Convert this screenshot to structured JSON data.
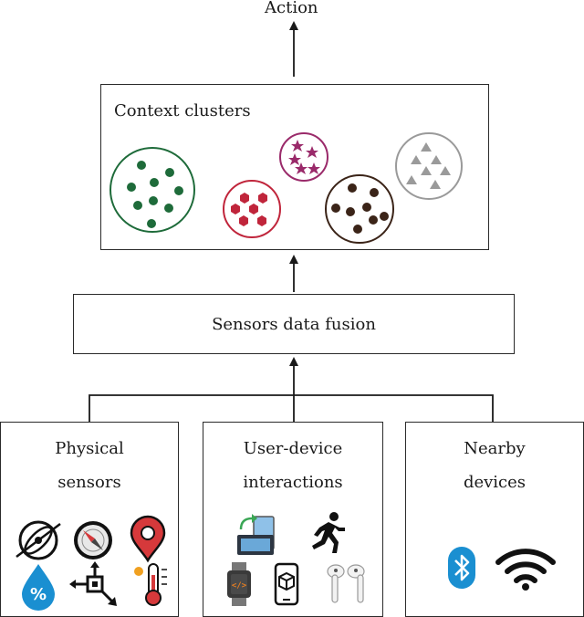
{
  "top": {
    "action_label": "Action"
  },
  "context": {
    "title": "Context clusters",
    "clusters": [
      {
        "name": "green",
        "color": "#1e6b3a",
        "shape": "circle-dots"
      },
      {
        "name": "red",
        "color": "#c0253b",
        "shape": "hexagons"
      },
      {
        "name": "magenta",
        "color": "#9a2a6a",
        "shape": "stars"
      },
      {
        "name": "brown",
        "color": "#3b2418",
        "shape": "dots"
      },
      {
        "name": "gray",
        "color": "#9a9a9a",
        "shape": "triangles"
      }
    ]
  },
  "fusion": {
    "label": "Sensors data fusion"
  },
  "sources": [
    {
      "line1": "Physical",
      "line2": "sensors",
      "icons": [
        "gyroscope-icon",
        "compass-icon",
        "location-pin-icon",
        "humidity-icon",
        "accelerometer-icon",
        "thermometer-icon"
      ]
    },
    {
      "line1": "User-device",
      "line2": "interactions",
      "icons": [
        "screen-rotation-icon",
        "running-person-icon",
        "smartwatch-icon",
        "phone-ar-icon",
        "earbuds-icon"
      ]
    },
    {
      "line1": "Nearby",
      "line2": "devices",
      "icons": [
        "bluetooth-icon",
        "wifi-icon"
      ]
    }
  ],
  "colors": {
    "stroke": "#2a2a2a",
    "pin": "#d6393b",
    "drop": "#1a8fd1",
    "bluetooth": "#1a8fd1"
  }
}
